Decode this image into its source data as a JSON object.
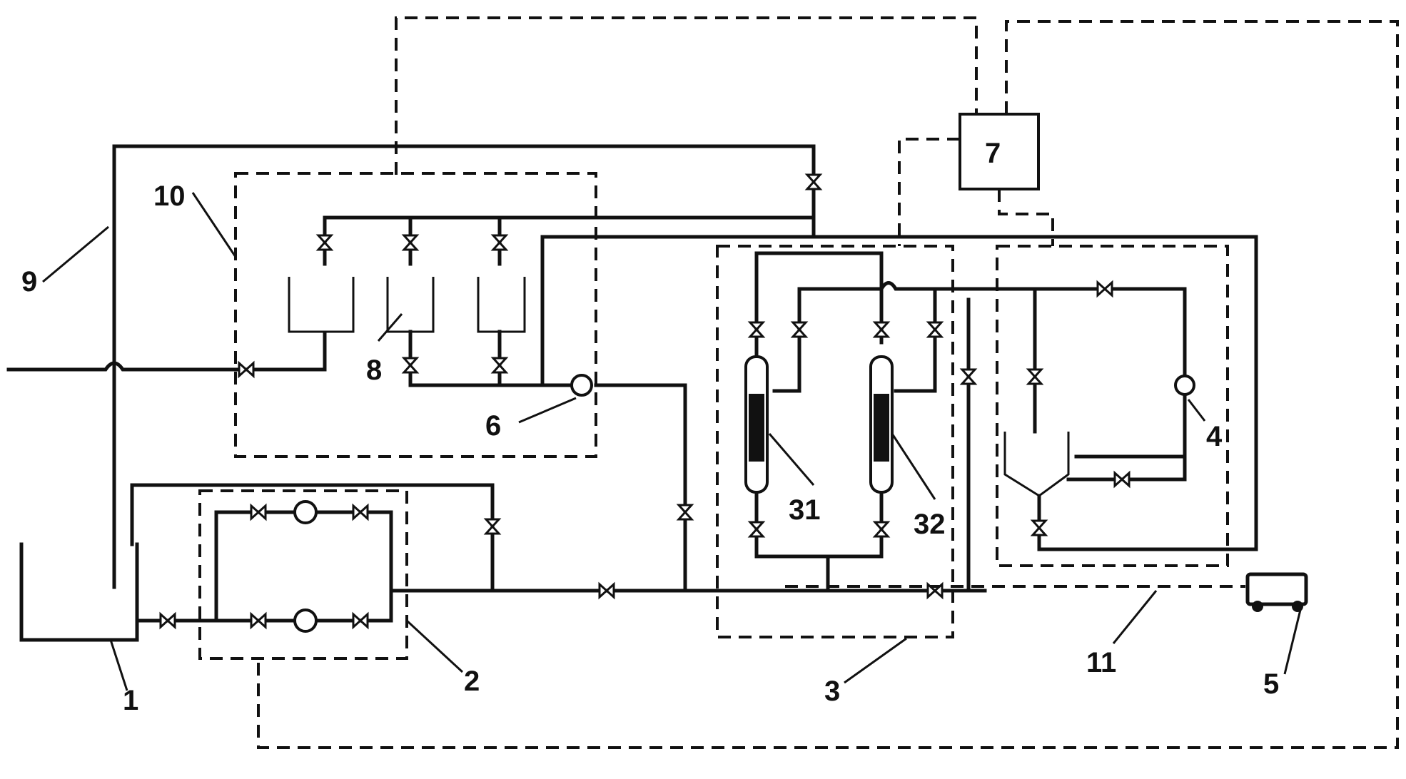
{
  "labels": {
    "tank": "1",
    "pump_group": "2",
    "adsorption_unit": "3",
    "pump_4": "4",
    "cart": "5",
    "pump_6": "6",
    "controller": "7",
    "dosing_tank": "8",
    "return_pipe": "9",
    "dosing_unit": "10",
    "regeneration_unit": "11",
    "column_31": "31",
    "column_32": "32"
  }
}
